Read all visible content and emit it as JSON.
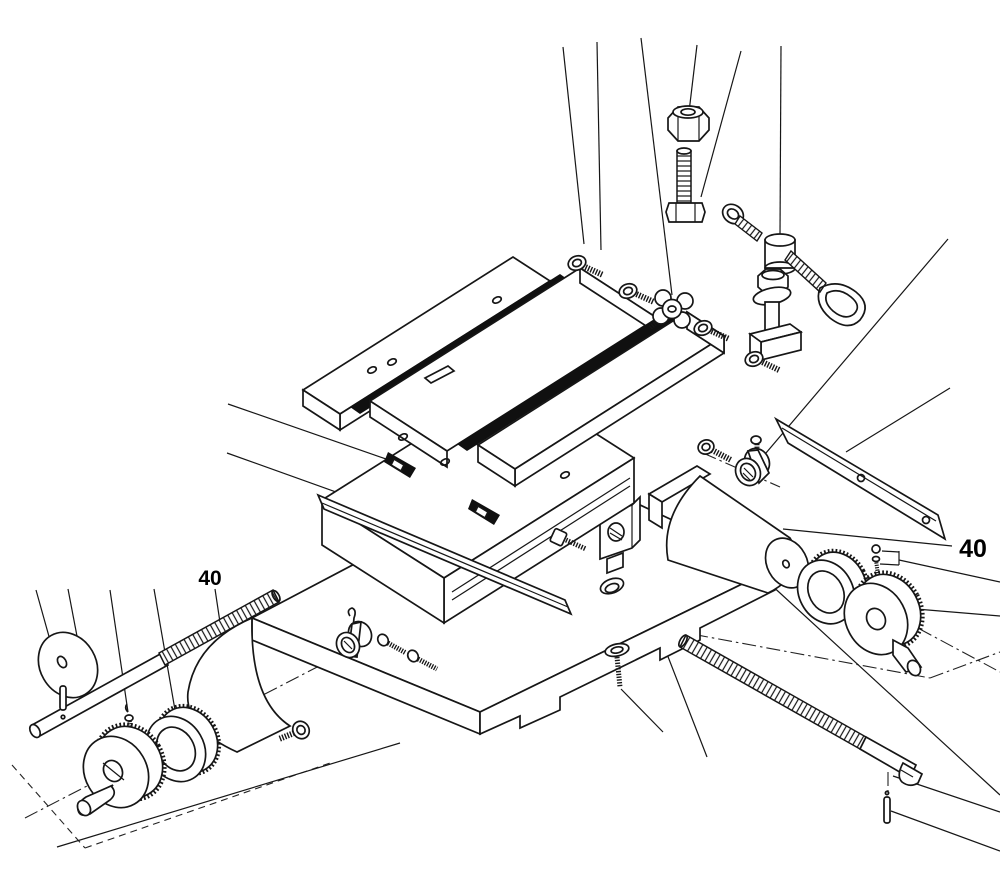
{
  "figure": {
    "kind": "exploded-parts-diagram",
    "subject": "cross-slide milling table exploded view",
    "background_color": "#ffffff",
    "line_color": "#161616",
    "label_color": "#000000",
    "labels": [
      {
        "id": "left",
        "text": "40"
      },
      {
        "id": "right",
        "text": "40"
      }
    ]
  },
  "parts": [
    {
      "name": "hex-nut"
    },
    {
      "name": "threaded-bolt"
    },
    {
      "name": "clamp-coupler-with-eye-rod"
    },
    {
      "name": "hex-nut-with-washer"
    },
    {
      "name": "t-slot-nut-block"
    },
    {
      "name": "star-knob"
    },
    {
      "name": "washer-screws"
    },
    {
      "name": "t-slot-table"
    },
    {
      "name": "saddle-slide"
    },
    {
      "name": "tapered-gib-strip"
    },
    {
      "name": "base-casting"
    },
    {
      "name": "leadscrew-nut-block"
    },
    {
      "name": "bearing-housing"
    },
    {
      "name": "guard-plate"
    },
    {
      "name": "clamp-collar-with-setscrew"
    },
    {
      "name": "graduated-dial-ring-right"
    },
    {
      "name": "handwheel-right"
    },
    {
      "name": "leadscrew-right"
    },
    {
      "name": "leadscrew-left"
    },
    {
      "name": "clamp-collar-left"
    },
    {
      "name": "graduated-dial-ring-left"
    },
    {
      "name": "handwheel-left"
    },
    {
      "name": "dowel-pins"
    }
  ]
}
